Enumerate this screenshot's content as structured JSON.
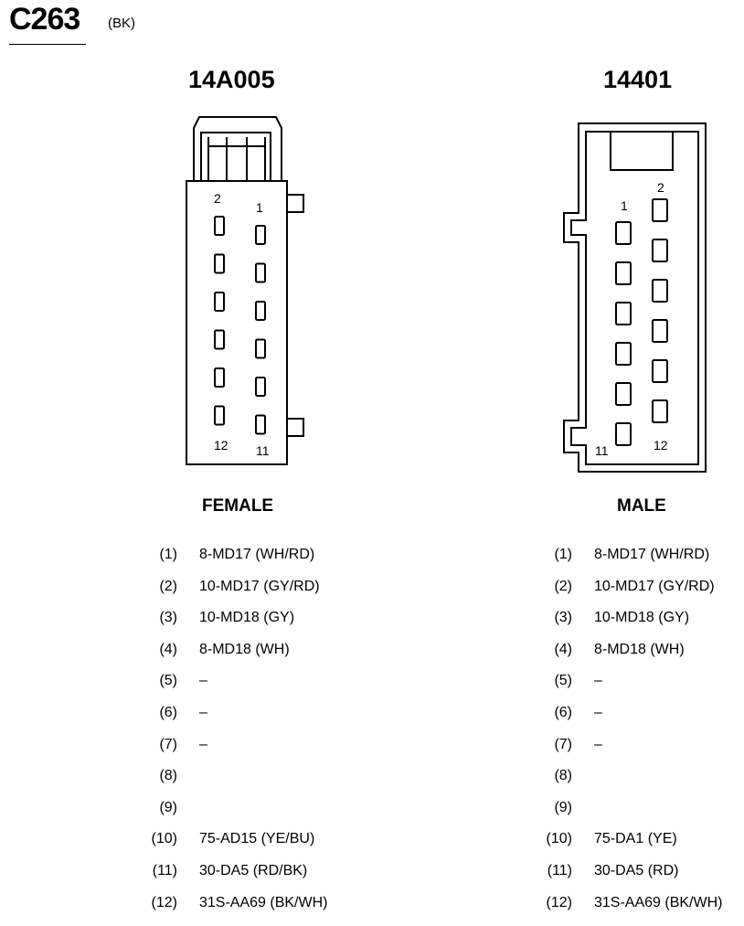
{
  "header": {
    "connector_id": "C263",
    "color_code": "(BK)"
  },
  "connectors": {
    "female": {
      "part_number": "14A005",
      "label": "FEMALE",
      "pin_labels": {
        "p1": "1",
        "p2": "2",
        "p11": "11",
        "p12": "12"
      },
      "pins": [
        {
          "num": "(1)",
          "wire": "8-MD17 (WH/RD)"
        },
        {
          "num": "(2)",
          "wire": "10-MD17 (GY/RD)"
        },
        {
          "num": "(3)",
          "wire": "10-MD18 (GY)"
        },
        {
          "num": "(4)",
          "wire": "8-MD18 (WH)"
        },
        {
          "num": "(5)",
          "wire": "–"
        },
        {
          "num": "(6)",
          "wire": "–"
        },
        {
          "num": "(7)",
          "wire": "–"
        },
        {
          "num": "(8)",
          "wire": ""
        },
        {
          "num": "(9)",
          "wire": ""
        },
        {
          "num": "(10)",
          "wire": "75-AD15 (YE/BU)"
        },
        {
          "num": "(11)",
          "wire": "30-DA5 (RD/BK)"
        },
        {
          "num": "(12)",
          "wire": "31S-AA69 (BK/WH)"
        }
      ]
    },
    "male": {
      "part_number": "14401",
      "label": "MALE",
      "pin_labels": {
        "p1": "1",
        "p2": "2",
        "p11": "11",
        "p12": "12"
      },
      "pins": [
        {
          "num": "(1)",
          "wire": "8-MD17 (WH/RD)"
        },
        {
          "num": "(2)",
          "wire": "10-MD17 (GY/RD)"
        },
        {
          "num": "(3)",
          "wire": "10-MD18 (GY)"
        },
        {
          "num": "(4)",
          "wire": "8-MD18 (WH)"
        },
        {
          "num": "(5)",
          "wire": "–"
        },
        {
          "num": "(6)",
          "wire": "–"
        },
        {
          "num": "(7)",
          "wire": "–"
        },
        {
          "num": "(8)",
          "wire": ""
        },
        {
          "num": "(9)",
          "wire": ""
        },
        {
          "num": "(10)",
          "wire": "75-DA1 (YE)"
        },
        {
          "num": "(11)",
          "wire": "30-DA5 (RD)"
        },
        {
          "num": "(12)",
          "wire": "31S-AA69 (BK/WH)"
        }
      ]
    }
  }
}
